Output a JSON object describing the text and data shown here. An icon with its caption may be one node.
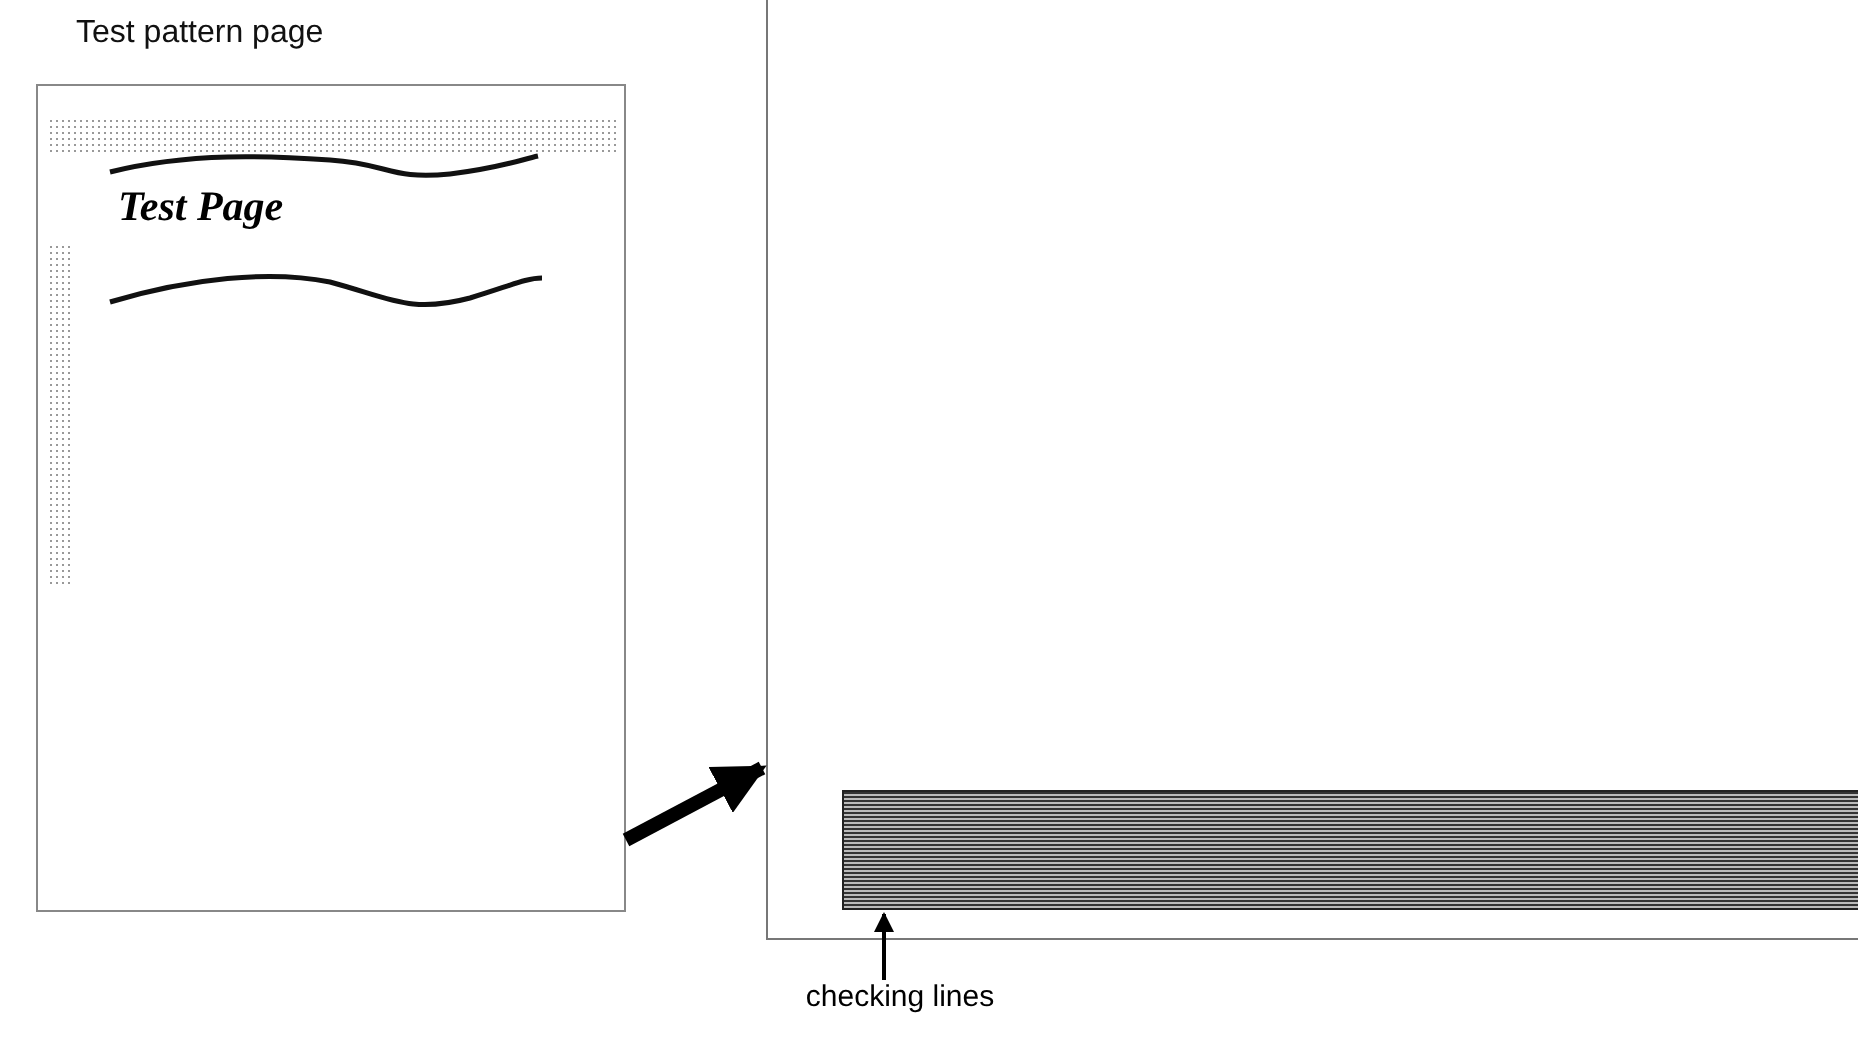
{
  "diagram": {
    "nodes": [
      {
        "text": [
          "Test pattern page",
          "Test Page"
        ]
      },
      {
        "text": [],
        "shape": "box"
      },
      {
        "text": [],
        "shape": "bar",
        "in": 1
      },
      {
        "text": [
          "checking lines"
        ]
      }
    ],
    "edges": [
      {
        "from": 0,
        "to": 1,
        "arrow": "to",
        "style": "thick"
      },
      {
        "from": 3,
        "to": 2,
        "arrow": "to"
      }
    ]
  }
}
